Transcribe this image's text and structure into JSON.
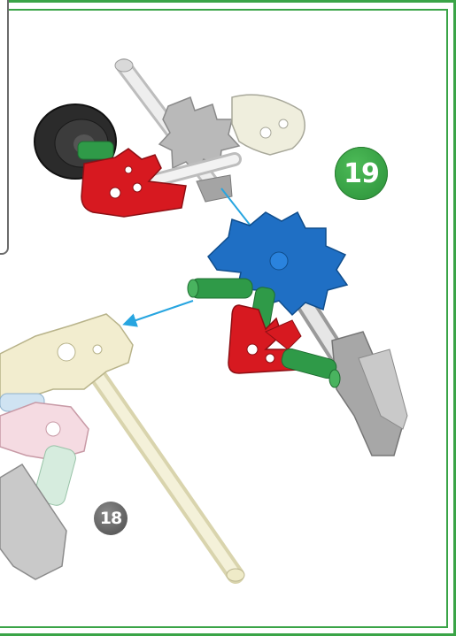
{
  "steps": {
    "current": "19",
    "previous": "18"
  },
  "colors": {
    "frame": "#3aa447",
    "current_badge": "#3aa447",
    "previous_badge": "#5e5e5e",
    "arrow": "#27a5e0",
    "blue_connector": "#1f6fc4",
    "red_connector": "#d71920",
    "green_rod": "#2f9a48",
    "grey_rod": "#9a9a9a",
    "white_rod": "#e6e6e6",
    "tan_connector": "#efeac6",
    "pink_connector": "#f3d6de",
    "wheel": "#2b2b2b"
  },
  "parts": [
    "wheel",
    "red-connector",
    "green-rod",
    "grey-rod",
    "white-rod",
    "grey-connector",
    "white-connector",
    "blue-connector",
    "tan-connector",
    "tan-rod",
    "pink-connector"
  ]
}
